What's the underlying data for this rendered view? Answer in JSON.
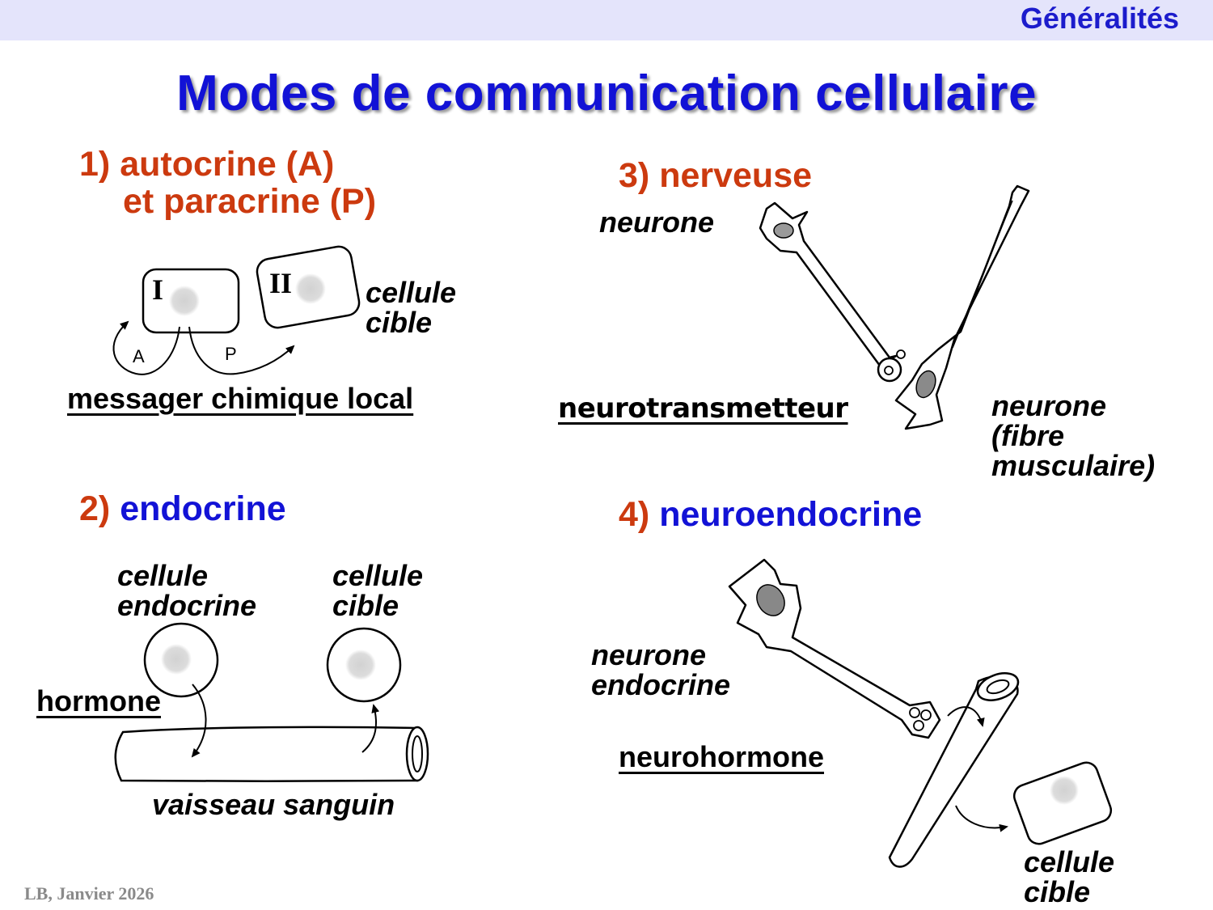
{
  "header": {
    "section": "Généralités"
  },
  "title": "Modes de communication cellulaire",
  "autocrine": {
    "heading_num": "1)",
    "heading_line1": "autocrine (A)",
    "heading_line2": "et paracrine (P)",
    "cell_I": "I",
    "cell_II": "II",
    "arrow_A": "A",
    "arrow_P": "P",
    "target_line1": "cellule",
    "target_line2": "cible",
    "messenger": "messager chimique local"
  },
  "endocrine": {
    "heading_num": "2)",
    "heading_word": "endocrine",
    "source_line1": "cellule",
    "source_line2": "endocrine",
    "target_line1": "cellule",
    "target_line2": "cible",
    "hormone": "hormone",
    "vessel": "vaisseau sanguin"
  },
  "nervous": {
    "heading_num": "3)",
    "heading_word": "nerveuse",
    "neuron_top": "neurone",
    "neurotransmitter": "neurotransmetteur",
    "target_line1": "neurone",
    "target_line2": "(fibre",
    "target_line3": "musculaire)"
  },
  "neuroendocrine": {
    "heading_num": "4)",
    "heading_word": "neuroendocrine",
    "neuron_line1": "neurone",
    "neuron_line2": "endocrine",
    "neurohormone": "neurohormone",
    "target_line1": "cellule",
    "target_line2": "cible"
  },
  "footer": "LB, Janvier 2026",
  "colors": {
    "header_bg": "#e4e4fb",
    "title_blue": "#1212d6",
    "heading_red": "#cc3a0f"
  }
}
